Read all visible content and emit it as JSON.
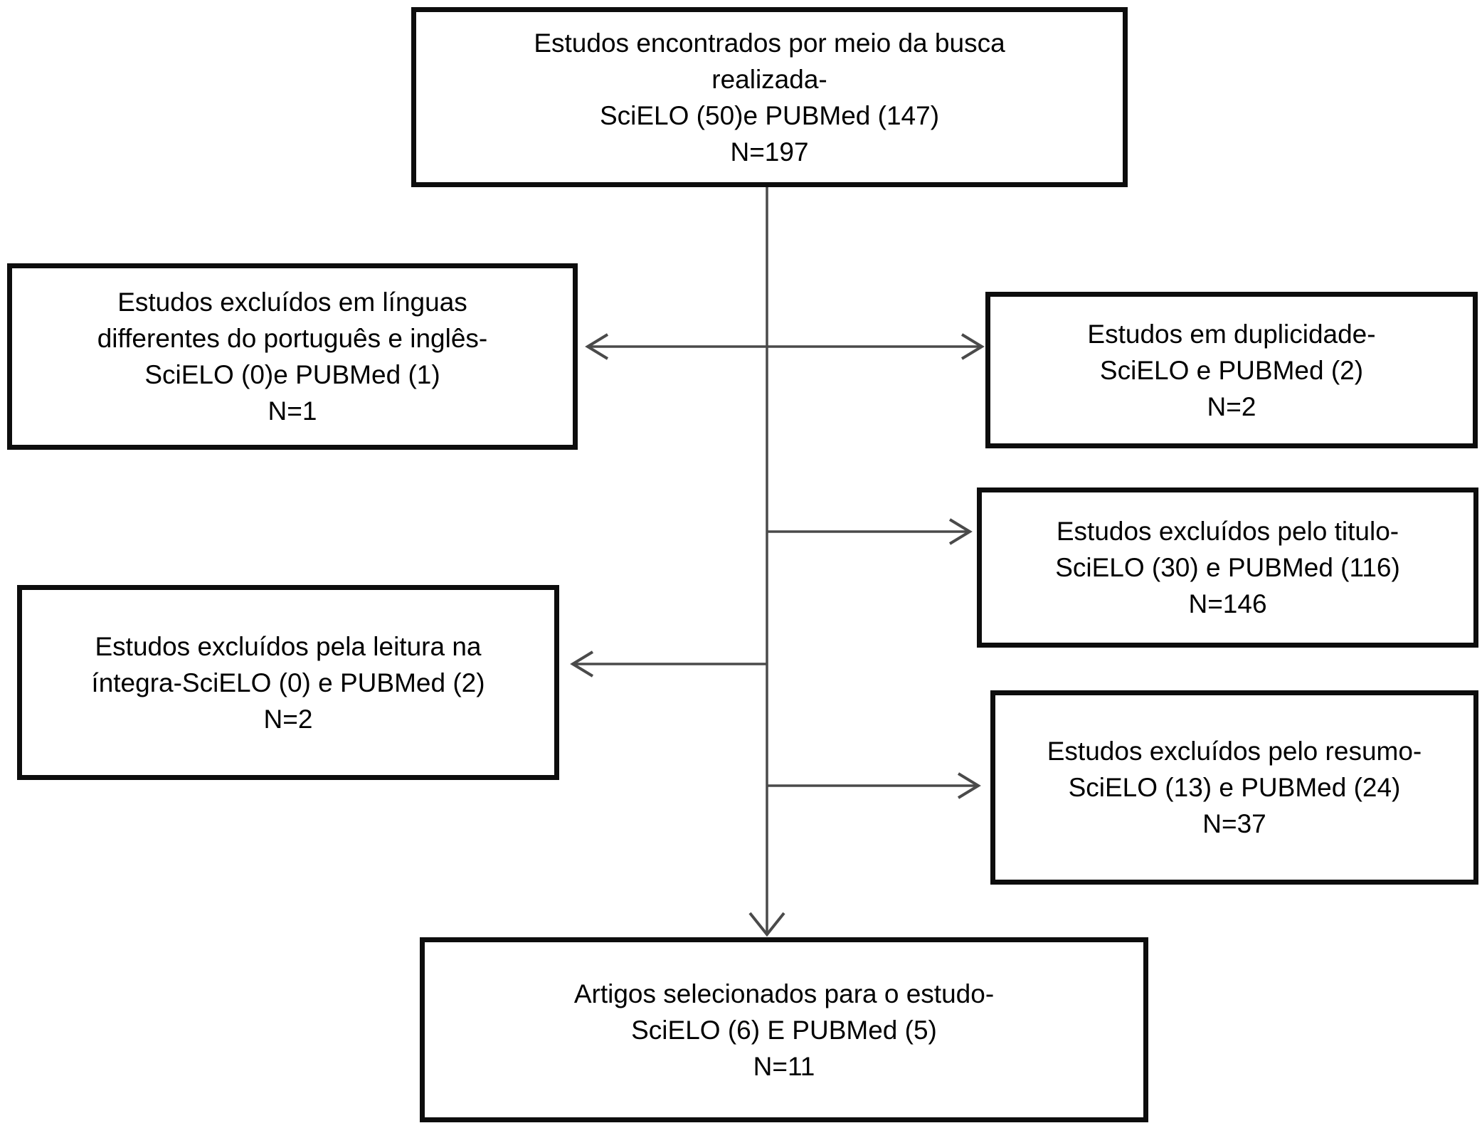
{
  "colors": {
    "background": "#ffffff",
    "box_border": "#0d0d0d",
    "connector": "#4a4a4a",
    "text": "#000000"
  },
  "boxes": {
    "found": {
      "lines": [
        "Estudos encontrados por meio da busca",
        "realizada-",
        "SciELO (50)e PUBMed (147)",
        "N=197"
      ]
    },
    "excluded_languages": {
      "lines": [
        "Estudos excluídos em línguas",
        "differentes do português e inglês-",
        "SciELO (0)e PUBMed (1)",
        "N=1"
      ]
    },
    "duplicates": {
      "lines": [
        "Estudos em duplicidade-",
        "SciELO e PUBMed (2)",
        "N=2"
      ]
    },
    "excluded_title": {
      "lines": [
        "Estudos excluídos pelo titulo-",
        "SciELO (30) e PUBMed (116)",
        "N=146"
      ]
    },
    "excluded_fulltext": {
      "lines": [
        "Estudos excluídos pela leitura na",
        "íntegra-SciELO (0) e PUBMed (2)",
        "N=2"
      ]
    },
    "excluded_abstract": {
      "lines": [
        "Estudos excluídos pelo resumo-",
        "SciELO (13) e PUBMed (24)",
        "N=37"
      ]
    },
    "selected": {
      "lines": [
        "Artigos selecionados para o estudo-",
        "SciELO (6) E PUBMed (5)",
        "N=11"
      ]
    }
  }
}
